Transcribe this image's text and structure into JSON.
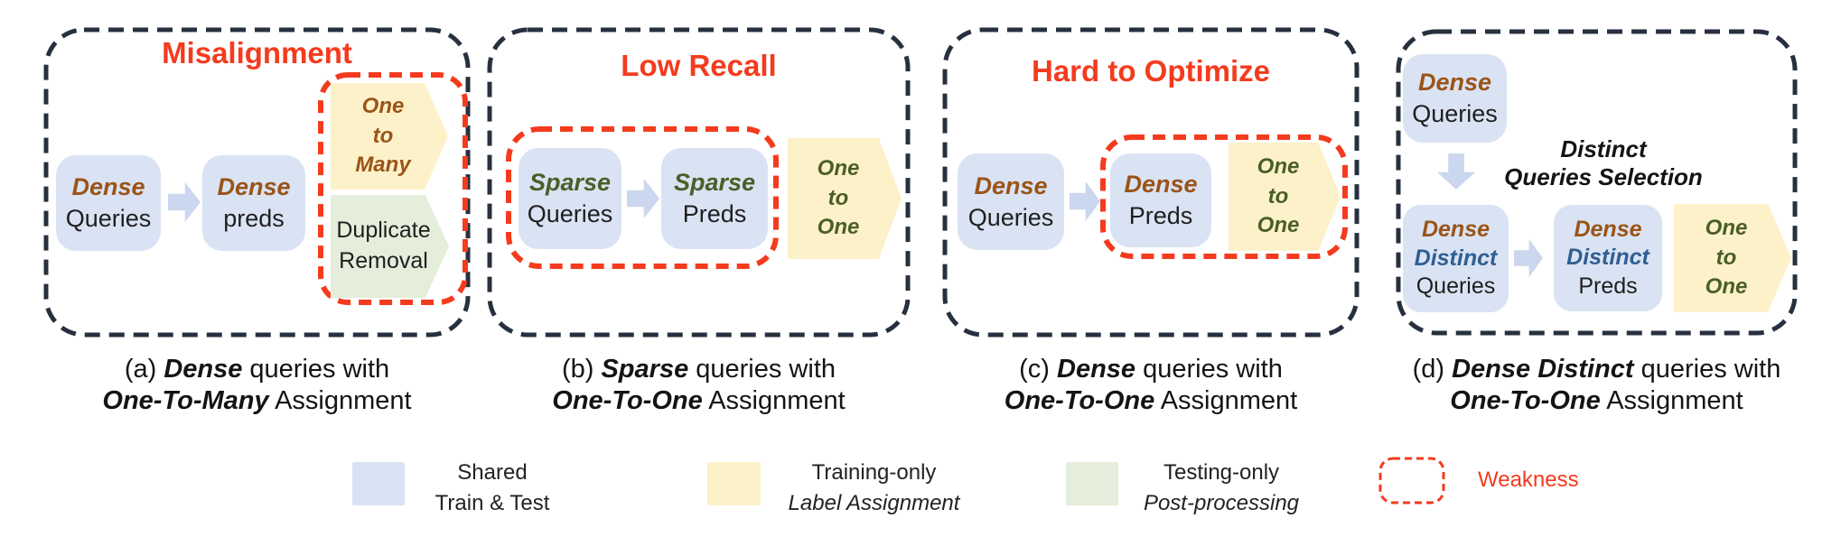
{
  "panels": [
    {
      "title": "Misalignment",
      "query_box": {
        "em": "Dense",
        "label": "Queries"
      },
      "pred_box": {
        "em": "Dense",
        "label": "preds"
      },
      "assign": {
        "l1": "One",
        "l2": "to",
        "l3": "Many"
      },
      "post": {
        "l1": "Duplicate",
        "l2": "Removal"
      },
      "caption": {
        "p1": "(a) ",
        "b1": "Dense",
        "p2": " queries with",
        "b2": "One-To-Many",
        "p3": " Assignment"
      }
    },
    {
      "title": "Low Recall",
      "query_box": {
        "em": "Sparse",
        "label": "Queries"
      },
      "pred_box": {
        "em": "Sparse",
        "label": "Preds"
      },
      "assign": {
        "l1": "One",
        "l2": "to",
        "l3": "One"
      },
      "caption": {
        "p1": "(b) ",
        "b1": "Sparse",
        "p2": " queries with",
        "b2": "One-To-One",
        "p3": " Assignment"
      }
    },
    {
      "title": "Hard to Optimize",
      "query_box": {
        "em": "Dense",
        "label": "Queries"
      },
      "pred_box": {
        "em": "Dense",
        "label": "Preds"
      },
      "assign": {
        "l1": "One",
        "l2": "to",
        "l3": "One"
      },
      "caption": {
        "p1": "(c) ",
        "b1": "Dense",
        "p2": " queries with",
        "b2": "One-To-One",
        "p3": " Assignment"
      }
    },
    {
      "title": "",
      "query_box": {
        "em": "Dense",
        "label": "Queries"
      },
      "selection": {
        "l1": "Distinct",
        "l2": "Queries Selection"
      },
      "distinct_query_box": {
        "em": "Dense",
        "em2": "Distinct",
        "label": "Queries"
      },
      "distinct_pred_box": {
        "em": "Dense",
        "em2": "Distinct",
        "label": "Preds"
      },
      "assign": {
        "l1": "One",
        "l2": "to",
        "l3": "One"
      },
      "caption": {
        "p1": "(d) ",
        "b1": "Dense Distinct",
        "p2": " queries with",
        "b2": "One-To-One",
        "p3": " Assignment"
      }
    }
  ],
  "legend": {
    "shared": {
      "l1": "Shared",
      "l2": "Train & Test"
    },
    "training": {
      "l1": "Training-only",
      "l2": "Label Assignment"
    },
    "testing": {
      "l1": "Testing-only",
      "l2": "Post-processing"
    },
    "weakness": "Weakness"
  },
  "colors": {
    "shared_fill": "#dae3f3",
    "assignment_fill": "#fdf1c9",
    "postprocess_fill": "#e4eeda",
    "weakness_red": "#f43b1e",
    "panel_border": "#27303f",
    "dense_brown": "#9a5418",
    "sparse_green": "#4a5e28",
    "distinct_blue": "#2f5e92"
  }
}
